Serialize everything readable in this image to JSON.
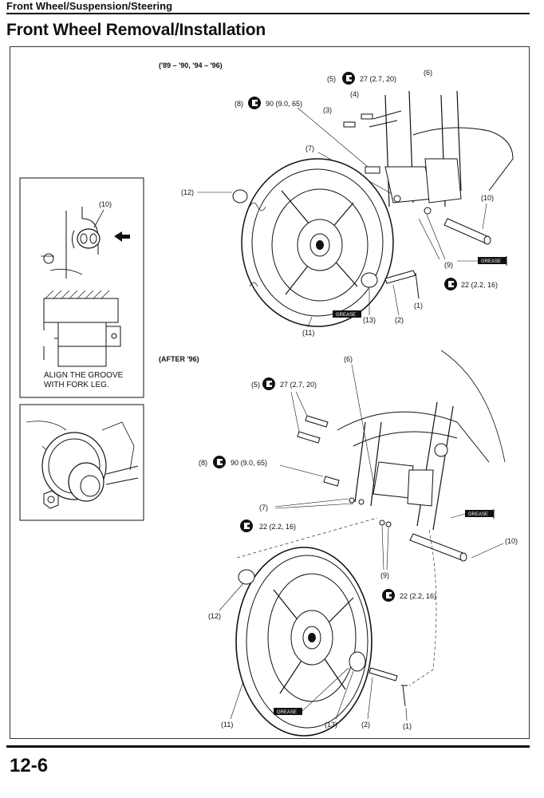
{
  "header": {
    "section": "Front Wheel/Suspension/Steering",
    "title": "Front Wheel Removal/Installation"
  },
  "page_number": "12-6",
  "top_diagram": {
    "caption": "('89 – '90, '94 – '96)",
    "torque": {
      "t5": "(5)",
      "t5v": "27 (2.7, 20)",
      "t8": "(8)",
      "t8v": "90 (9.0, 65)",
      "t1": "22 (2.2, 16)"
    },
    "labels": {
      "l1": "(1)",
      "l2": "(2)",
      "l3": "(3)",
      "l4": "(4)",
      "l6": "(6)",
      "l7": "(7)",
      "l9": "(9)",
      "l10": "(10)",
      "l11": "(11)",
      "l12": "(12)",
      "l13": "(13)"
    },
    "grease1": "GREASE",
    "grease2": "GREASE"
  },
  "bottom_diagram": {
    "caption": "(AFTER '96)",
    "torque": {
      "t5": "(5)",
      "t5v": "27 (2.7, 20)",
      "t8": "(8)",
      "t8v": "90 (9.0, 65)",
      "t7v": "22 (2.2, 16)",
      "t9v": "22 (2.2, 16)"
    },
    "labels": {
      "l1": "(1)",
      "l2": "(2)",
      "l6": "(6)",
      "l7": "(7)",
      "l9": "(9)",
      "l10": "(10)",
      "l11": "(11)",
      "l12": "(12)",
      "l13": "(13)"
    },
    "grease1": "GREASE",
    "grease2": "GREASE"
  },
  "inset1": {
    "label": "(10)",
    "note_line1": "ALIGN THE GROOVE",
    "note_line2": "WITH FORK LEG."
  }
}
